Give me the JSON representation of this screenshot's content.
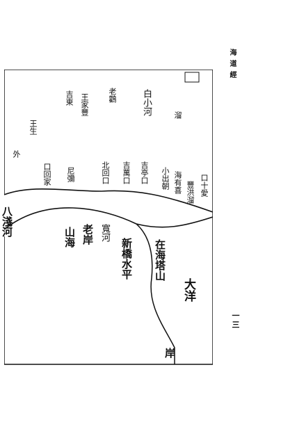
{
  "header": {
    "title": "海道經",
    "page_number": "一三"
  },
  "map": {
    "left_bank_labels": [
      {
        "id": "left-1",
        "text": "白小河"
      },
      {
        "id": "left-2",
        "text": "老鸛"
      },
      {
        "id": "left-3",
        "text": "王家豐"
      },
      {
        "id": "left-4",
        "text": "吉東"
      },
      {
        "id": "left-5",
        "text": "王生"
      }
    ],
    "shore_labels": [
      {
        "id": "shore-1",
        "text": "溜"
      },
      {
        "id": "shore-2",
        "text": "口十愛"
      },
      {
        "id": "shore-3",
        "text": "豐洪溜"
      },
      {
        "id": "shore-4",
        "text": "海有喜"
      },
      {
        "id": "shore-5",
        "text": "小出朝"
      },
      {
        "id": "shore-6",
        "text": "吉亭口"
      },
      {
        "id": "shore-7",
        "text": "吉萬口"
      },
      {
        "id": "shore-8",
        "text": "北回口"
      },
      {
        "id": "shore-9",
        "text": "尼彌"
      },
      {
        "id": "shore-10",
        "text": "口回家"
      },
      {
        "id": "shore-11",
        "text": "外"
      }
    ],
    "river_labels": [
      {
        "id": "river-west",
        "text": "八淺河"
      },
      {
        "id": "river-mid",
        "text": "寬河"
      }
    ],
    "south_labels": [
      {
        "id": "south-1",
        "text": "老岸"
      },
      {
        "id": "south-2",
        "text": "山海"
      },
      {
        "id": "south-3",
        "text": "新橋水平"
      },
      {
        "id": "south-4",
        "text": "在海塔山"
      }
    ],
    "ocean_label": "大洋",
    "shore_label_bottom": "岸"
  },
  "colors": {
    "ink": "#111111",
    "paper": "#ffffff"
  }
}
